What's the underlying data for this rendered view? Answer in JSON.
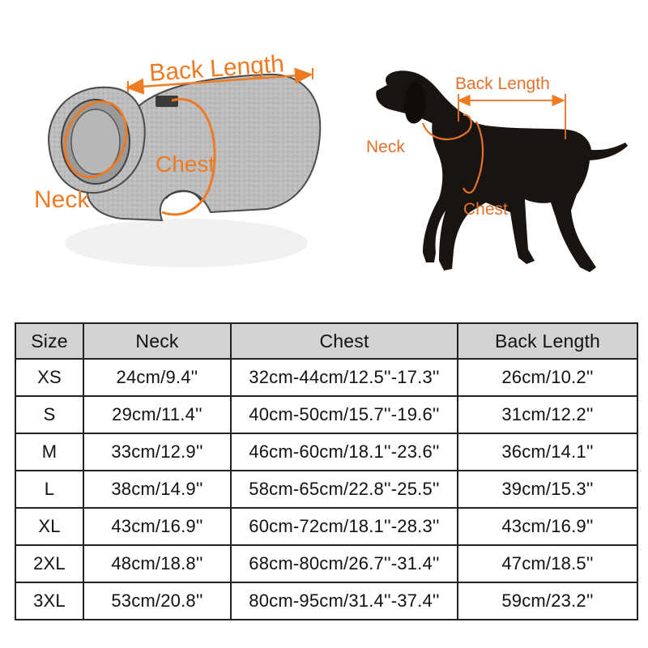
{
  "colors": {
    "accent": "#f07a22",
    "header_bg": "#d3d3d3",
    "grid": "#222222",
    "dog": "#1a1410"
  },
  "coat_diagram": {
    "back_length_label": "Back Length",
    "chest_label": "Chest",
    "neck_label": "Neck"
  },
  "dog_diagram": {
    "back_length_label": "Back Length",
    "chest_label": "Chest",
    "neck_label": "Neck"
  },
  "size_table": {
    "headers": [
      "Size",
      "Neck",
      "Chest",
      "Back Length"
    ],
    "rows": [
      [
        "XS",
        "24cm/9.4''",
        "32cm-44cm/12.5''-17.3''",
        "26cm/10.2''"
      ],
      [
        "S",
        "29cm/11.4''",
        "40cm-50cm/15.7''-19.6''",
        "31cm/12.2''"
      ],
      [
        "M",
        "33cm/12.9''",
        "46cm-60cm/18.1''-23.6''",
        "36cm/14.1''"
      ],
      [
        "L",
        "38cm/14.9''",
        "58cm-65cm/22.8''-25.5''",
        "39cm/15.3''"
      ],
      [
        "XL",
        "43cm/16.9''",
        "60cm-72cm/18.1''-28.3''",
        "43cm/16.9''"
      ],
      [
        "2XL",
        "48cm/18.8''",
        "68cm-80cm/26.7''-31.4''",
        "47cm/18.5''"
      ],
      [
        "3XL",
        "53cm/20.8''",
        "80cm-95cm/31.4''-37.4''",
        "59cm/23.2''"
      ]
    ]
  }
}
